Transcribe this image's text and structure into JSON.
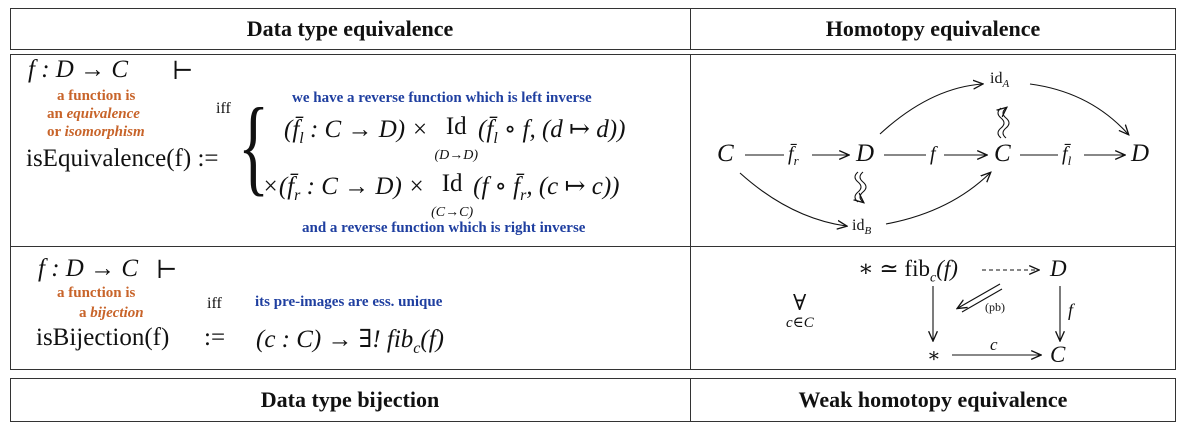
{
  "headers": {
    "top_left": "Data type equivalence",
    "top_right": "Homotopy equivalence",
    "bottom_left": "Data type bijection",
    "bottom_right": "Weak homotopy equivalence"
  },
  "equivalence": {
    "signature": "f : D → C",
    "turnstile": "⊢",
    "note_line1": "a function is",
    "note_line2_prefix": "an ",
    "note_line2_em": "equivalence",
    "note_line3_prefix": "or ",
    "note_line3_em": "isomorphism",
    "iff": "iff",
    "lhs": "isEquivalence(f) :=",
    "brace": "{",
    "blue_top": "we have a reverse function which is left inverse",
    "blue_bottom": "and a reverse function which is right inverse",
    "row1_a": "(f̄",
    "row1_sub": "l",
    "row1_b": " : C → D) × ",
    "row1_id": "Id",
    "row1_id_sub": "(D→D)",
    "row1_c": "(f̄",
    "row1_c_sub": "l",
    "row1_d": " ∘ f, (d ↦ d))",
    "row2_a": "×(f̄",
    "row2_sub": "r",
    "row2_b": " : C → D) × ",
    "row2_id": "Id",
    "row2_id_sub": "(C→C)",
    "row2_c": "(f ∘ f̄",
    "row2_c_sub": "r",
    "row2_d": ", (c ↦ c))"
  },
  "bijection": {
    "signature": "f : D → C",
    "turnstile": "⊢",
    "note_line1": "a function is",
    "note_line2_prefix": "a ",
    "note_line2_em": "bijection",
    "iff": "iff",
    "blue": "its pre-images are ess. unique",
    "lhs": "isBijection(f)",
    "assign": ":=",
    "rhs": "(c : C) → ∃! fib",
    "rhs_sub": "c",
    "rhs_tail": "(f)"
  },
  "homotopy_diagram": {
    "C": "C",
    "D1": "D",
    "C2": "C",
    "D2": "D",
    "fr": "f̄",
    "fr_sub": "r",
    "f": "f",
    "fl": "f̄",
    "fl_sub": "l",
    "idA": "id",
    "idA_sub": "A",
    "idB": "id",
    "idB_sub": "B"
  },
  "weak_diagram": {
    "forall": "∀",
    "forall_sub": "c∈C",
    "top_left": "∗ ≃ fib",
    "top_left_sub": "c",
    "top_left_tail": "(f)",
    "top_right": "D",
    "bottom_left": "∗",
    "bottom_right": "C",
    "pb": "(pb)",
    "f": "f",
    "c": "c"
  }
}
